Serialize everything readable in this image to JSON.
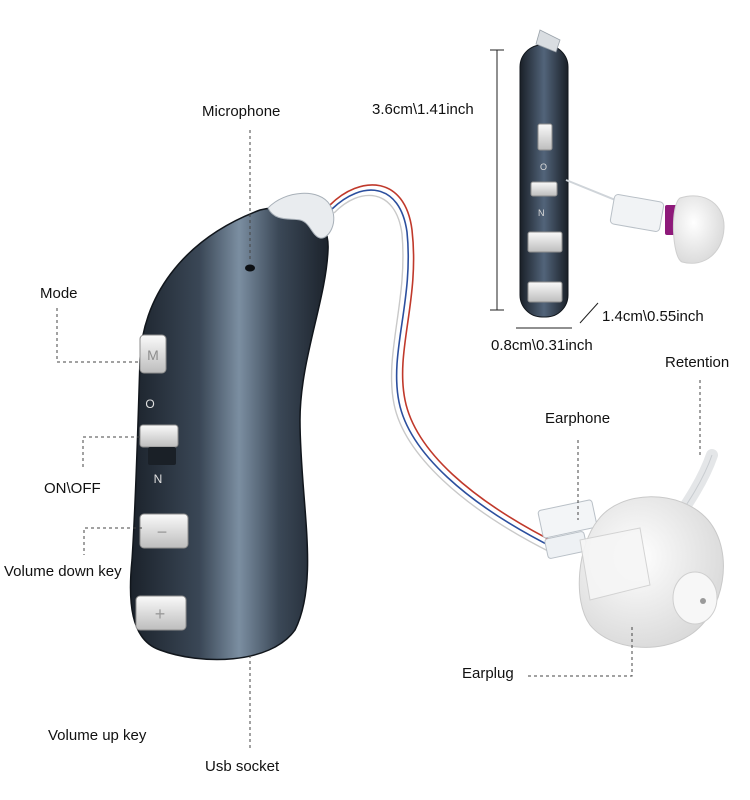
{
  "labels": {
    "microphone": "Microphone",
    "mode": "Mode",
    "on_off": "ON\\OFF",
    "volume_down": "Volume down key",
    "volume_up": "Volume up key",
    "usb_socket": "Usb socket",
    "earphone": "Earphone",
    "retention": "Retention",
    "earplug": "Earplug"
  },
  "dimensions": {
    "height": "3.6cm\\1.41inch",
    "depth": "1.4cm\\0.55inch",
    "width": "0.8cm\\0.31inch"
  },
  "buttons": {
    "mode_glyph": "M",
    "on_glyph": "O",
    "off_glyph": "N",
    "minus_glyph": "−",
    "plus_glyph": "+"
  },
  "colors": {
    "body": "#2b3440",
    "body_highlight": "#6f8092",
    "button": "#e6e6e6",
    "earplug": "#f2f2f2",
    "wire_red": "#c0392b",
    "wire_blue": "#2c4f9e",
    "accent_purple": "#8e1a7a"
  }
}
